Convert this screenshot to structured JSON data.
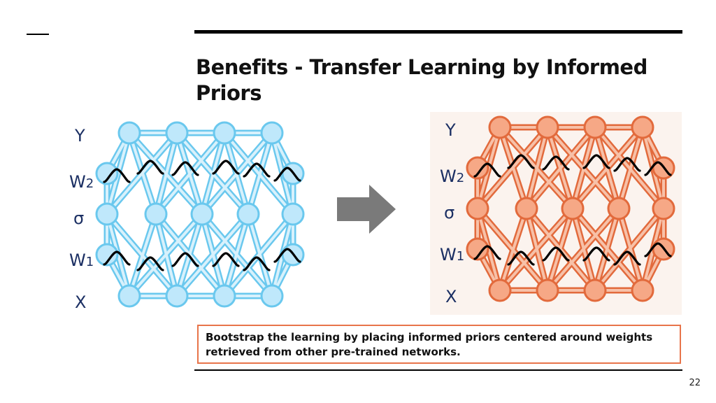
{
  "slide": {
    "title": "Benefits - Transfer Learning by Informed Priors",
    "callout": "Bootstrap the learning by placing informed priors centered around weights retrieved from other pre-trained networks.",
    "page_number": "22"
  },
  "networks": [
    {
      "id": "net-blue",
      "role": "source network",
      "colors": {
        "edge": "#6ac8ee",
        "edge_fill": "#d8f1fc",
        "node": "#bfe8fb",
        "node_stroke": "#6ac8ee",
        "label": "#1b2f63"
      },
      "labels": {
        "y": "Y",
        "w2": "W2",
        "sigma": "σ",
        "w1": "W1",
        "x": "X"
      }
    },
    {
      "id": "net-orange",
      "role": "target network",
      "colors": {
        "edge": "#e26a3c",
        "edge_fill": "#f7c1a8",
        "node": "#f6a886",
        "node_stroke": "#e26a3c",
        "label": "#1b2f63",
        "background": "#fbf3ee"
      },
      "labels": {
        "y": "Y",
        "w2": "W2",
        "sigma": "σ",
        "w1": "W1",
        "x": "X"
      }
    }
  ],
  "arrow": {
    "color": "#7a7a7a",
    "icon": "right-arrow-icon"
  }
}
